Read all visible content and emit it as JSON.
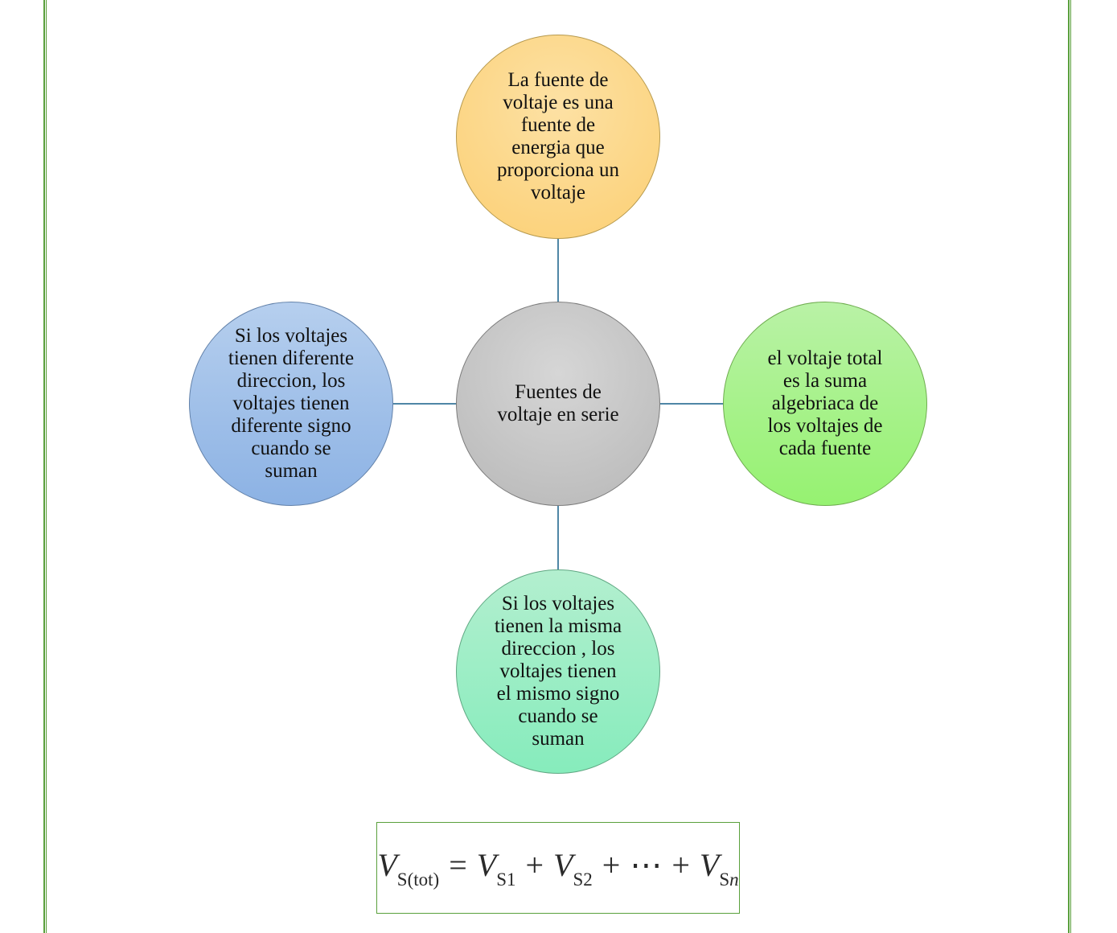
{
  "diagram": {
    "center": "Fuentes de\nvoltaje en serie",
    "top": "La fuente de\nvoltaje  es una\nfuente de\nenergia que\nproporciona un\nvoltaje",
    "left": "Si los voltajes\ntienen diferente\ndireccion, los\nvoltajes tienen\ndiferente signo\ncuando se\nsuman",
    "right": "el voltaje total\nes la suma\nalgebriaca de\nlos voltajes de\ncada fuente",
    "bottom": "Si los voltajes\ntienen la misma\ndireccion , los\nvoltajes tienen\nel mismo signo\ncuando se\nsuman",
    "colors": {
      "top": "#fbd27f",
      "center": "#c4c4c4",
      "left": "#9dbde8",
      "right": "#a6f387",
      "bottom": "#97edc4",
      "connector": "#4f86a6",
      "border": "#5aa03c"
    }
  },
  "formula": {
    "v": "V",
    "sub_tot": "S(tot)",
    "equals": "=",
    "sub_1": "S1",
    "plus": "+",
    "sub_2": "S2",
    "dots": "⋯",
    "sub_n_prefix": "S",
    "sub_n_var": "n"
  }
}
